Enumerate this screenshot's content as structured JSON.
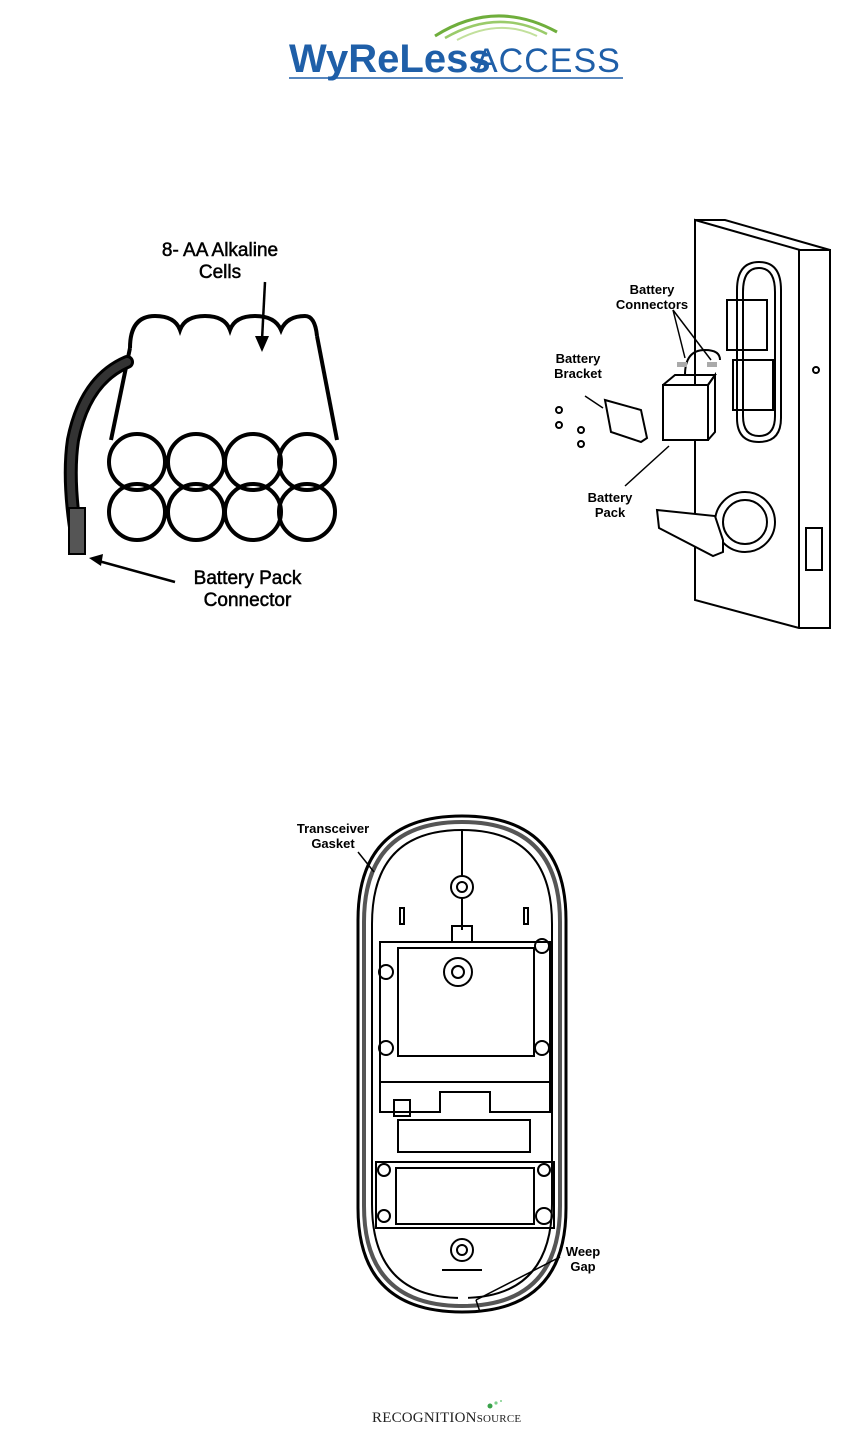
{
  "header": {
    "logo_wyreless": "WyReLess",
    "logo_access": "ACCESS",
    "brand_blue": "#1f5fa8",
    "brand_green": "#6fae3c"
  },
  "figure_battery_pack": {
    "cells_label_line1": "8- AA Alkaline",
    "cells_label_line2": "Cells",
    "connector_label_line1": "Battery Pack",
    "connector_label_line2": "Connector"
  },
  "figure_lock": {
    "connectors_label_line1": "Battery",
    "connectors_label_line2": "Connectors",
    "bracket_label_line1": "Battery",
    "bracket_label_line2": "Bracket",
    "pack_label_line1": "Battery",
    "pack_label_line2": "Pack"
  },
  "figure_transceiver": {
    "gasket_label_line1": "Transceiver",
    "gasket_label_line2": "Gasket",
    "weep_label_line1": "Weep",
    "weep_label_line2": "Gap"
  },
  "footer": {
    "brand_main": "RECOGNITION",
    "brand_small": "SOURCE",
    "dot_color": "#3aa24a"
  }
}
